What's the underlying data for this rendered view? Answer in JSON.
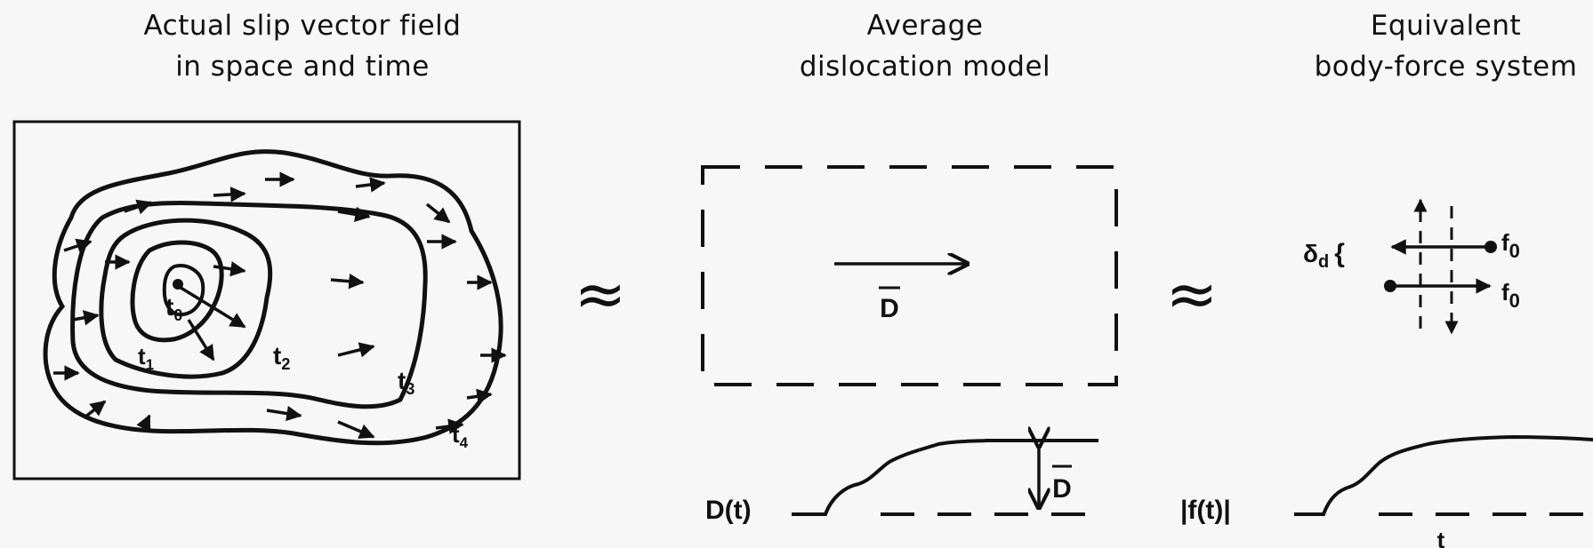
{
  "headers": {
    "left": {
      "line1": "Actual slip vector field",
      "line2": "in space and time"
    },
    "middle": {
      "line1": "Average",
      "line2": "dislocation model"
    },
    "right": {
      "line1": "Equivalent",
      "line2": "body-force system"
    }
  },
  "slip_field": {
    "origin_label": "t",
    "origin_sub": "0",
    "contours": [
      {
        "label": "t",
        "sub": "1"
      },
      {
        "label": "t",
        "sub": "2"
      },
      {
        "label": "t",
        "sub": "3"
      },
      {
        "label": "t",
        "sub": "4"
      }
    ]
  },
  "approx_symbol": "≈",
  "dislocation": {
    "vector_label": "D",
    "time_function_label": "D(t)",
    "step_label": "D"
  },
  "body_force": {
    "delta_label": "δ",
    "delta_sub": "d",
    "brace": "{",
    "force_label": "f",
    "force_sub": "0",
    "time_function_label": "|f(t)|",
    "axis_label": "t"
  },
  "colors": {
    "ink": "#111111",
    "background": "#f7f7f7"
  }
}
